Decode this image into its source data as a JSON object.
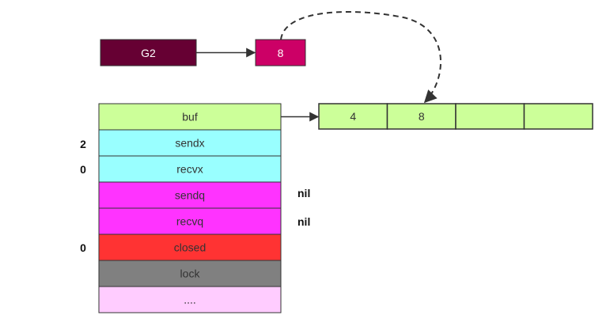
{
  "goroutine": {
    "label": "G2",
    "color": "#660033"
  },
  "sent_value": {
    "label": "8",
    "color": "#cc0066"
  },
  "hchan_fields": [
    {
      "label": "buf",
      "color": "#ccff99"
    },
    {
      "label": "sendx",
      "color": "#99ffff"
    },
    {
      "label": "recvx",
      "color": "#99ffff"
    },
    {
      "label": "sendq",
      "color": "#ff33ff"
    },
    {
      "label": "recvq",
      "color": "#ff33ff"
    },
    {
      "label": "closed",
      "color": "#ff3333"
    },
    {
      "label": "lock",
      "color": "#808080"
    },
    {
      "label": "....",
      "color": "#ffccff"
    }
  ],
  "left_values": {
    "sendx": "2",
    "recvx": "0",
    "closed": "0"
  },
  "right_values": {
    "sendq": "nil",
    "recvq": "nil"
  },
  "buffer": {
    "color": "#ccff99",
    "slots": [
      "4",
      "8",
      "",
      ""
    ]
  }
}
